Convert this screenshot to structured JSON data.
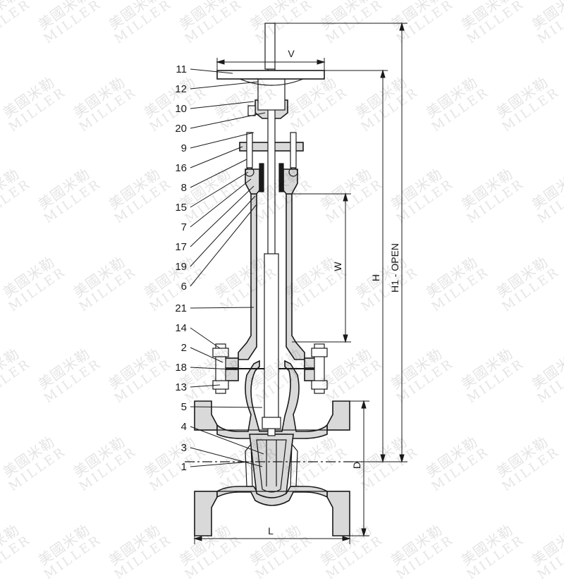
{
  "watermark": {
    "cn": "美國米勒",
    "en": "MILLER"
  },
  "callouts": [
    "11",
    "12",
    "10",
    "20",
    "9",
    "16",
    "8",
    "15",
    "7",
    "17",
    "19",
    "6",
    "21",
    "14",
    "2",
    "18",
    "13",
    "5",
    "4",
    "3",
    "1"
  ],
  "dimensions": {
    "v": "V",
    "w": "W",
    "h": "H",
    "h1": "H1 - OPEN",
    "d": "D",
    "l": "L"
  },
  "colors": {
    "line": "#1a1a1a",
    "body_fill": "#d9d9d9",
    "watermark": "#000000"
  }
}
